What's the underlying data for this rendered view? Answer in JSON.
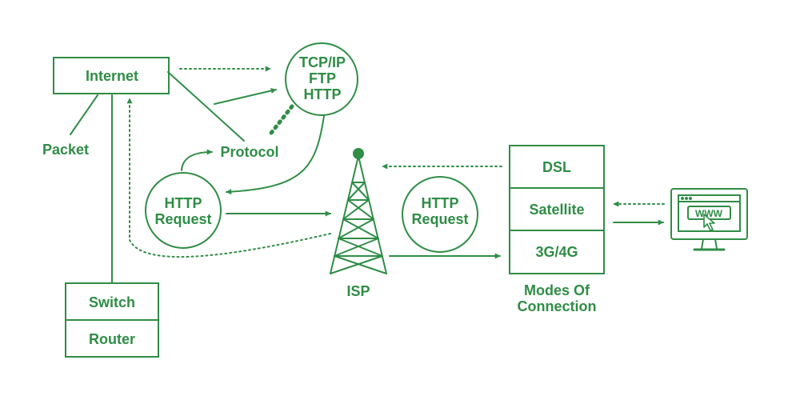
{
  "colors": {
    "accent": "#2f8d46",
    "background": "#ffffff"
  },
  "labels": {
    "internet": "Internet",
    "packet": "Packet",
    "protocol": "Protocol",
    "protocols_circle": [
      "TCP/IP",
      "FTP",
      "HTTP"
    ],
    "http_request_left": [
      "HTTP",
      "Request"
    ],
    "http_request_right": [
      "HTTP",
      "Request"
    ],
    "switch": "Switch",
    "router": "Router",
    "isp": "ISP",
    "modes": {
      "items": [
        "DSL",
        "Satellite",
        "3G/4G"
      ],
      "caption": [
        "Modes Of",
        "Connection"
      ]
    }
  },
  "icons": {
    "tower": "isp-tower-icon",
    "computer": "www-computer-icon",
    "cursor": "cursor-arrow-icon"
  }
}
